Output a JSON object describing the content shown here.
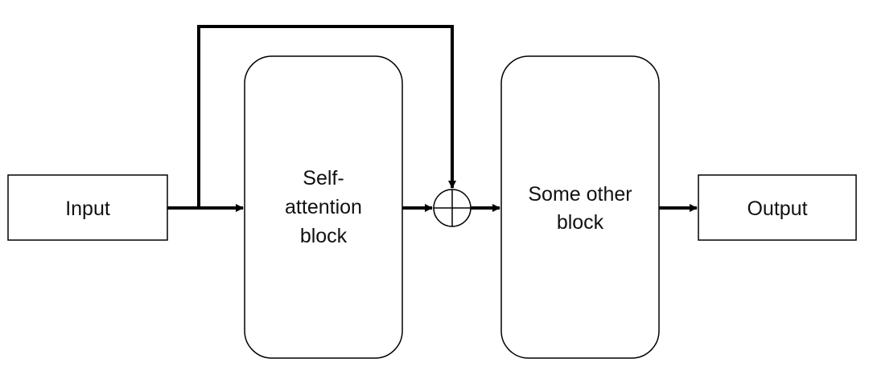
{
  "diagram": {
    "nodes": {
      "input": {
        "label": "Input"
      },
      "self_attention": {
        "lines": [
          "Self-",
          "attention",
          "block"
        ]
      },
      "other_block": {
        "lines": [
          "Some other",
          "block"
        ]
      },
      "output": {
        "label": "Output"
      }
    },
    "connectors": {
      "sum_node": {
        "symbol": "circle-plus"
      }
    },
    "colors": {
      "stroke": "#000000",
      "text": "#111111",
      "fill": "#ffffff"
    }
  }
}
